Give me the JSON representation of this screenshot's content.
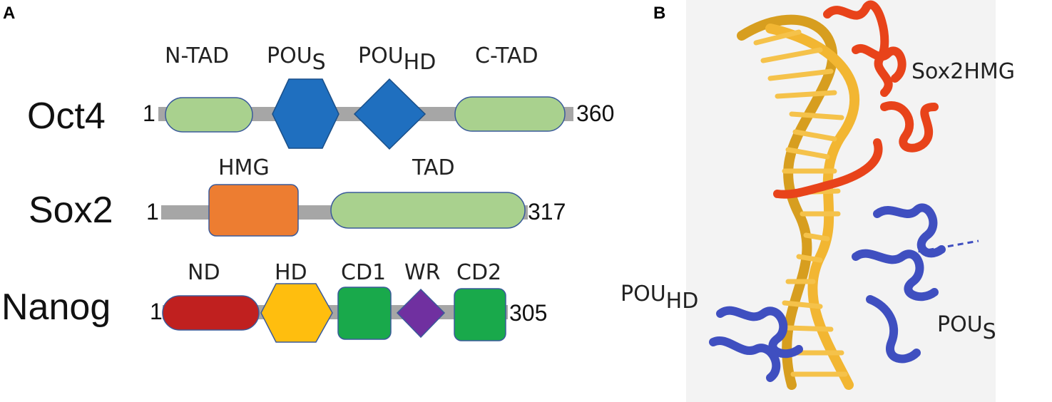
{
  "panels": {
    "a": {
      "letter": "A"
    },
    "b": {
      "letter": "B"
    }
  },
  "colors": {
    "linker": "#a6a6a6",
    "tad_green": "#a9d18e",
    "pou_blue": "#1f6fbf",
    "hmg_orange": "#ed7d31",
    "nd_red": "#c0201f",
    "hd_yellow": "#ffbe0e",
    "cd_green": "#19a94b",
    "wr_purple": "#7030a0",
    "dna_gold": "#f2b632",
    "sox_red": "#e8431a",
    "pou_ribbon_blue": "#3f4fc0",
    "background_panel_b": "#f3f3f3"
  },
  "oct4": {
    "name": "Oct4",
    "start": "1",
    "end": "360",
    "domains": {
      "ntad": "N-TAD",
      "pous_main": "POU",
      "pous_sub": "S",
      "pouhd_main": "POU",
      "pouhd_sub": "HD",
      "ctad": "C-TAD"
    }
  },
  "sox2": {
    "name": "Sox2",
    "start": "1",
    "end": "317",
    "domains": {
      "hmg": "HMG",
      "tad": "TAD"
    }
  },
  "nanog": {
    "name": "Nanog",
    "start": "1",
    "end": "305",
    "domains": {
      "nd": "ND",
      "hd": "HD",
      "cd1": "CD1",
      "wr": "WR",
      "cd2": "CD2"
    }
  },
  "structure": {
    "sox2hmg": "Sox2HMG",
    "pouhd_main": "POU",
    "pouhd_sub": "HD",
    "pous_main": "POU",
    "pous_sub": "S"
  }
}
